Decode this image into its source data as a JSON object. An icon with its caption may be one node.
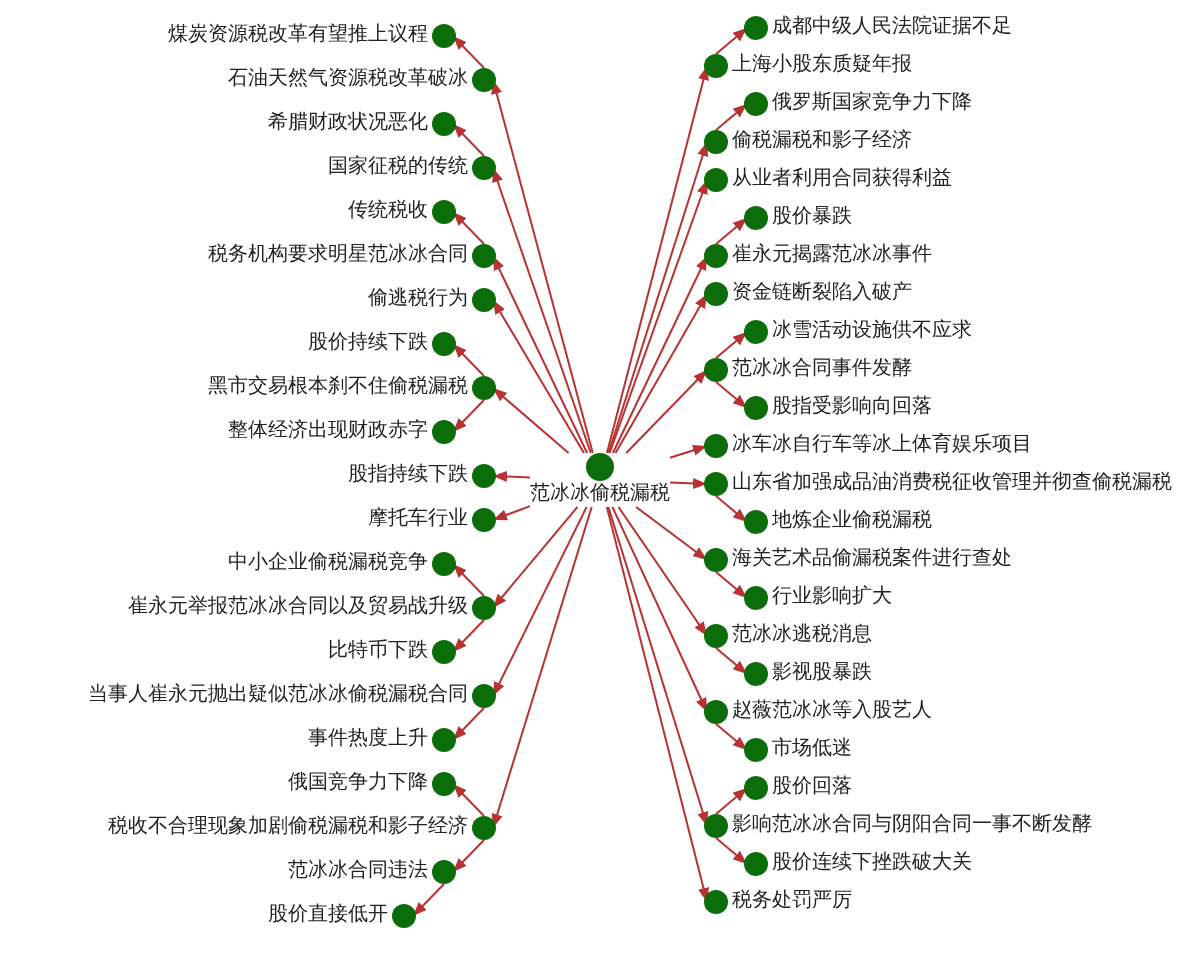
{
  "diagram": {
    "nodes": [
      {
        "text": [
          "范冰冰偷税漏税"
        ]
      },
      {
        "text": [
          "煤炭资源税改革有望推上议程"
        ]
      },
      {
        "text": [
          "石油天然气资源税改革破冰"
        ]
      },
      {
        "text": [
          "希腊财政状况恶化"
        ]
      },
      {
        "text": [
          "国家征税的传统"
        ]
      },
      {
        "text": [
          "传统税收"
        ]
      },
      {
        "text": [
          "税务机构要求明星范冰冰合同"
        ]
      },
      {
        "text": [
          "股价持续下跌"
        ]
      },
      {
        "text": [
          "整体经济出现财政赤字"
        ]
      },
      {
        "text": [
          "黑市交易根本刹不住偷税漏税"
        ]
      },
      {
        "text": [
          "偷逃税行为"
        ]
      },
      {
        "text": [
          "成都中级人民法院证据不足"
        ]
      },
      {
        "text": [
          "上海小股东质疑年报"
        ]
      },
      {
        "text": [
          "俄罗斯国家竞争力下降"
        ]
      },
      {
        "text": [
          "偷税漏税和影子经济"
        ]
      },
      {
        "text": [
          "从业者利用合同获得利益"
        ]
      },
      {
        "text": [
          "崔永元揭露范冰冰事件"
        ]
      },
      {
        "text": [
          "股价暴跌"
        ]
      },
      {
        "text": [
          "资金链断裂陷入破产"
        ]
      },
      {
        "text": [
          "冰雪活动设施供不应求"
        ]
      },
      {
        "text": [
          "股指受影响向回落"
        ]
      },
      {
        "text": [
          "冰车冰自行车等冰上体育娱乐项目"
        ]
      },
      {
        "text": [
          "范冰冰合同事件发酵"
        ]
      },
      {
        "text": [
          "股指持续下跌"
        ]
      },
      {
        "text": [
          "崔永元举报范冰冰合同以及贸易战升级"
        ]
      },
      {
        "text": [
          "摩托车行业"
        ]
      },
      {
        "text": [
          "中小企业偷税漏税竞争"
        ]
      },
      {
        "text": [
          "比特币下跌"
        ]
      },
      {
        "text": [
          "当事人崔永元抛出疑似范冰冰偷税漏税合同"
        ]
      },
      {
        "text": [
          "事件热度上升"
        ]
      },
      {
        "text": [
          "山东省加强成品油消费税征收管理并彻查偷税漏税"
        ]
      },
      {
        "text": [
          "海关艺术品偷漏税案件进行查处"
        ]
      },
      {
        "text": [
          "行业影响扩大"
        ]
      },
      {
        "text": [
          "范冰冰逃税消息"
        ]
      },
      {
        "text": [
          "赵薇范冰冰等入股艺人"
        ]
      },
      {
        "text": [
          "市场低迷"
        ]
      },
      {
        "text": [
          "影响范冰冰合同与阴阳合同一事不断发酵"
        ]
      },
      {
        "text": [
          "影视股暴跌"
        ]
      },
      {
        "text": [
          "税收不合理现象加剧偷税漏税和影子经济"
        ]
      },
      {
        "text": [
          "范冰冰合同违法"
        ]
      },
      {
        "text": [
          "俄国竞争力下降"
        ]
      },
      {
        "text": [
          "股价直接低开"
        ]
      },
      {
        "text": [
          "地炼企业偷税漏税"
        ]
      },
      {
        "text": [
          "税务处罚严厉"
        ]
      },
      {
        "text": [
          "股价回落"
        ]
      },
      {
        "text": [
          "股价连续下挫跌破大关"
        ]
      }
    ],
    "edges": [
      {
        "from": 0,
        "to": 2,
        "arrow": "to"
      },
      {
        "from": 0,
        "to": 4,
        "arrow": "to"
      },
      {
        "from": 0,
        "to": 6,
        "arrow": "to"
      },
      {
        "from": 0,
        "to": 9,
        "arrow": "to"
      },
      {
        "from": 0,
        "to": 10,
        "arrow": "to"
      },
      {
        "from": 0,
        "to": 12,
        "arrow": "to"
      },
      {
        "from": 0,
        "to": 14,
        "arrow": "to"
      },
      {
        "from": 0,
        "to": 15,
        "arrow": "to"
      },
      {
        "from": 0,
        "to": 16,
        "arrow": "to"
      },
      {
        "from": 0,
        "to": 18,
        "arrow": "to"
      },
      {
        "from": 0,
        "to": 22,
        "arrow": "to"
      },
      {
        "from": 0,
        "to": 24,
        "arrow": "to"
      },
      {
        "from": 0,
        "to": 28,
        "arrow": "to"
      },
      {
        "from": 0,
        "to": 30,
        "arrow": "to"
      },
      {
        "from": 0,
        "to": 31,
        "arrow": "to"
      },
      {
        "from": 0,
        "to": 33,
        "arrow": "to"
      },
      {
        "from": 0,
        "to": 34,
        "arrow": "to"
      },
      {
        "from": 0,
        "to": 36,
        "arrow": "to"
      },
      {
        "from": 0,
        "to": 38,
        "arrow": "to"
      },
      {
        "from": 0,
        "to": 43,
        "arrow": "to"
      },
      {
        "from": 0,
        "to": 25,
        "arrow": "to"
      },
      {
        "from": 0,
        "to": 23,
        "arrow": "to"
      },
      {
        "from": 0,
        "to": 21,
        "arrow": "to"
      },
      {
        "from": 2,
        "to": 1,
        "arrow": "to"
      },
      {
        "from": 12,
        "to": 11,
        "arrow": "to"
      },
      {
        "from": 14,
        "to": 13,
        "arrow": "to"
      },
      {
        "from": 16,
        "to": 17,
        "arrow": "to"
      },
      {
        "from": 6,
        "to": 5,
        "arrow": "to"
      },
      {
        "from": 4,
        "to": 3,
        "arrow": "to"
      },
      {
        "from": 9,
        "to": 7,
        "arrow": "to"
      },
      {
        "from": 9,
        "to": 8,
        "arrow": "to"
      },
      {
        "from": 22,
        "to": 19,
        "arrow": "to"
      },
      {
        "from": 22,
        "to": 20,
        "arrow": "to"
      },
      {
        "from": 24,
        "to": 26,
        "arrow": "to"
      },
      {
        "from": 24,
        "to": 27,
        "arrow": "to"
      },
      {
        "from": 28,
        "to": 29,
        "arrow": "to"
      },
      {
        "from": 31,
        "to": 32,
        "arrow": "to"
      },
      {
        "from": 34,
        "to": 35,
        "arrow": "to"
      },
      {
        "from": 33,
        "to": 37,
        "arrow": "to"
      },
      {
        "from": 36,
        "to": 44,
        "arrow": "to"
      },
      {
        "from": 36,
        "to": 45,
        "arrow": "to"
      },
      {
        "from": 38,
        "to": 40,
        "arrow": "to"
      },
      {
        "from": 38,
        "to": 39,
        "arrow": "to"
      },
      {
        "from": 39,
        "to": 41,
        "arrow": "to"
      },
      {
        "from": 30,
        "to": 42,
        "arrow": "to"
      }
    ]
  }
}
